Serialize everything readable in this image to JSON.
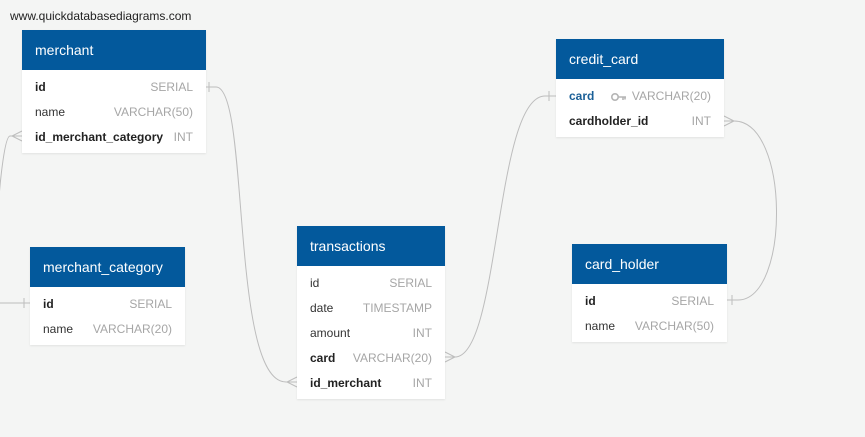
{
  "watermark": "www.quickdatabasediagrams.com",
  "tables": {
    "merchant": {
      "title": "merchant",
      "columns": [
        {
          "name": "id",
          "type": "SERIAL"
        },
        {
          "name": "name",
          "type": "VARCHAR(50)"
        },
        {
          "name": "id_merchant_category",
          "type": "INT"
        }
      ]
    },
    "merchant_category": {
      "title": "merchant_category",
      "columns": [
        {
          "name": "id",
          "type": "SERIAL"
        },
        {
          "name": "name",
          "type": "VARCHAR(20)"
        }
      ]
    },
    "transactions": {
      "title": "transactions",
      "columns": [
        {
          "name": "id",
          "type": "SERIAL"
        },
        {
          "name": "date",
          "type": "TIMESTAMP"
        },
        {
          "name": "amount",
          "type": "INT"
        },
        {
          "name": "card",
          "type": "VARCHAR(20)"
        },
        {
          "name": "id_merchant",
          "type": "INT"
        }
      ]
    },
    "credit_card": {
      "title": "credit_card",
      "columns": [
        {
          "name": "card",
          "type": "VARCHAR(20)",
          "icon": "key-icon"
        },
        {
          "name": "cardholder_id",
          "type": "INT"
        }
      ]
    },
    "card_holder": {
      "title": "card_holder",
      "columns": [
        {
          "name": "id",
          "type": "SERIAL"
        },
        {
          "name": "name",
          "type": "VARCHAR(50)"
        }
      ]
    }
  },
  "colors": {
    "header": "#03599c",
    "background": "#f4f5f4",
    "connector": "#b9b9b9"
  }
}
